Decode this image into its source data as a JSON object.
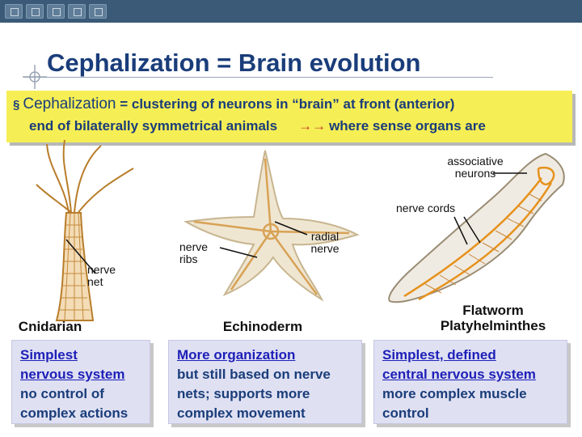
{
  "title": "Cephalization = Brain evolution",
  "banner": {
    "term": "Cephalization",
    "definition": " = clustering of neurons in “brain” at front (anterior)",
    "line2": "end of bilaterally symmetrical animals",
    "arrow": "→→",
    "line2_end": "where sense organs are"
  },
  "animals": [
    {
      "name": "Cnidarian",
      "labels": [
        "nerve",
        "net"
      ],
      "desc_links": [
        "Simplest",
        "nervous system"
      ],
      "desc_plain": [
        "no control of",
        "complex actions"
      ]
    },
    {
      "name": "Echinoderm",
      "labels_left": [
        "nerve",
        "ribs"
      ],
      "labels_right": [
        "radial",
        "nerve"
      ],
      "desc_links": [
        "More organization"
      ],
      "desc_plain": [
        "but still based on nerve",
        "nets; supports more",
        "complex movement"
      ]
    },
    {
      "name_lines": [
        "Flatworm",
        "Platyhelminthes"
      ],
      "labels_assoc": [
        "associative",
        "neurons"
      ],
      "label_cords": "nerve cords",
      "desc_links": [
        "Simplest, defined",
        "central nervous system"
      ],
      "desc_plain": [
        "more complex muscle",
        "control"
      ]
    }
  ],
  "colors": {
    "title": "#1a3d7a",
    "banner_bg": "#f6ee55",
    "box_bg": "#dfe0f2",
    "link": "#1d1fb8",
    "arrow": "#c0392b"
  }
}
